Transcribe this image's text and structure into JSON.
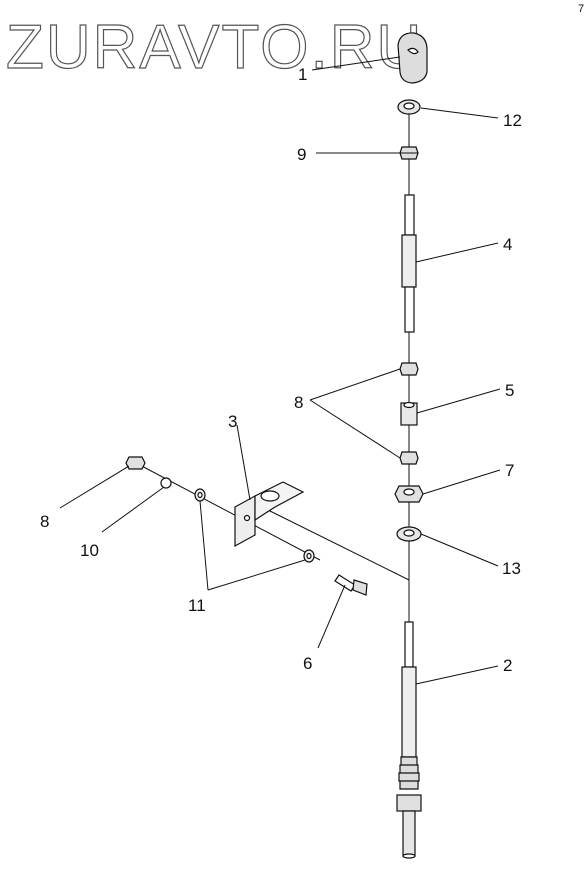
{
  "watermark": "ZURAVTO.RU",
  "corner_mark": "7",
  "callouts": [
    "1",
    "12",
    "9",
    "4",
    "8",
    "5",
    "3",
    "7",
    "13",
    "8",
    "10",
    "11",
    "6",
    "2"
  ]
}
